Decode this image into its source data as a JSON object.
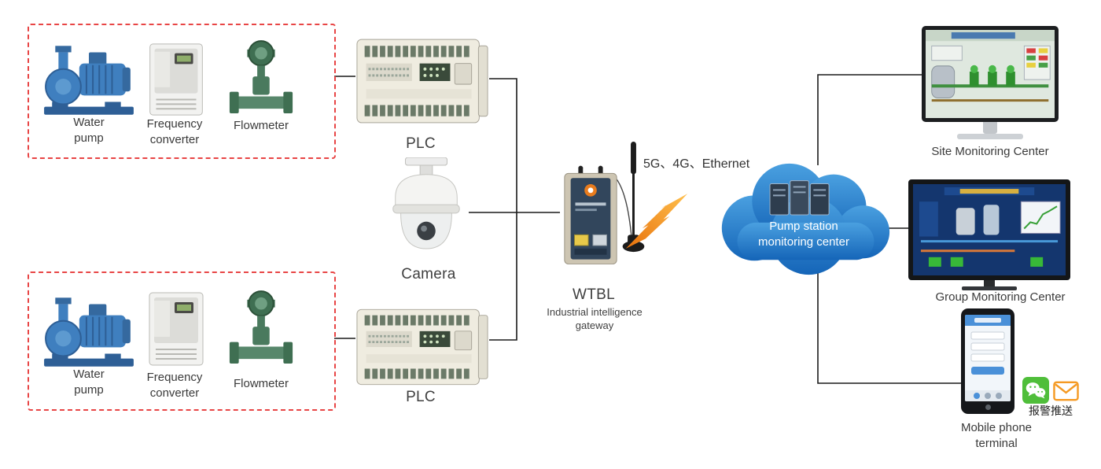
{
  "field_groups": [
    {
      "items": [
        {
          "label": "Water pump"
        },
        {
          "label": "Frequency converter"
        },
        {
          "label": "Flowmeter"
        }
      ]
    },
    {
      "items": [
        {
          "label": "Water pump"
        },
        {
          "label": "Frequency converter"
        },
        {
          "label": "Flowmeter"
        }
      ]
    }
  ],
  "plc": [
    {
      "label": "PLC"
    },
    {
      "label": "PLC"
    }
  ],
  "camera": {
    "label": "Camera"
  },
  "gateway": {
    "name": "WTBL",
    "description": "Industrial intelligence gateway",
    "connectivity": "5G、4G、Ethernet"
  },
  "cloud": {
    "label": "Pump station monitoring center"
  },
  "endpoints": [
    {
      "label": "Site Monitoring Center"
    },
    {
      "label": "Group Monitoring Center"
    },
    {
      "label": "Mobile phone terminal"
    }
  ],
  "alarm_push": {
    "label": "报警推送"
  },
  "colors": {
    "group_border": "#e84545",
    "cloud_blue": "#2a7fc9",
    "bolt_orange": "#f08c1e",
    "line": "#1a1a1a",
    "wechat_green": "#4fbe3a",
    "mail_orange": "#f59a23"
  }
}
